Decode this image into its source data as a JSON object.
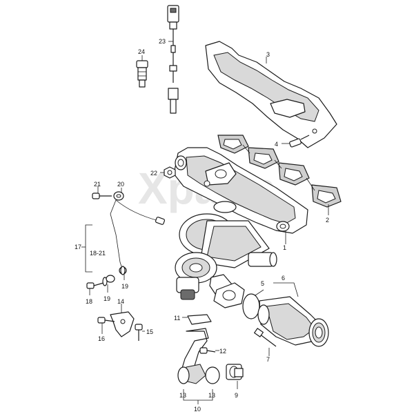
{
  "watermark": "Xparts",
  "callouts": {
    "c1": "1",
    "c2": "2",
    "c3": "3",
    "c4": "4",
    "c5": "5",
    "c6": "6",
    "c7": "7",
    "c9": "9",
    "c10": "10",
    "c11": "11",
    "c12": "12",
    "c13a": "13",
    "c13b": "13",
    "c14": "14",
    "c15": "15",
    "c16": "16",
    "c17": "17",
    "c17range": "18-21",
    "c18": "18",
    "c19a": "19",
    "c19b": "19",
    "c20": "20",
    "c21": "21",
    "c22": "22",
    "c23": "23",
    "c24": "24"
  }
}
